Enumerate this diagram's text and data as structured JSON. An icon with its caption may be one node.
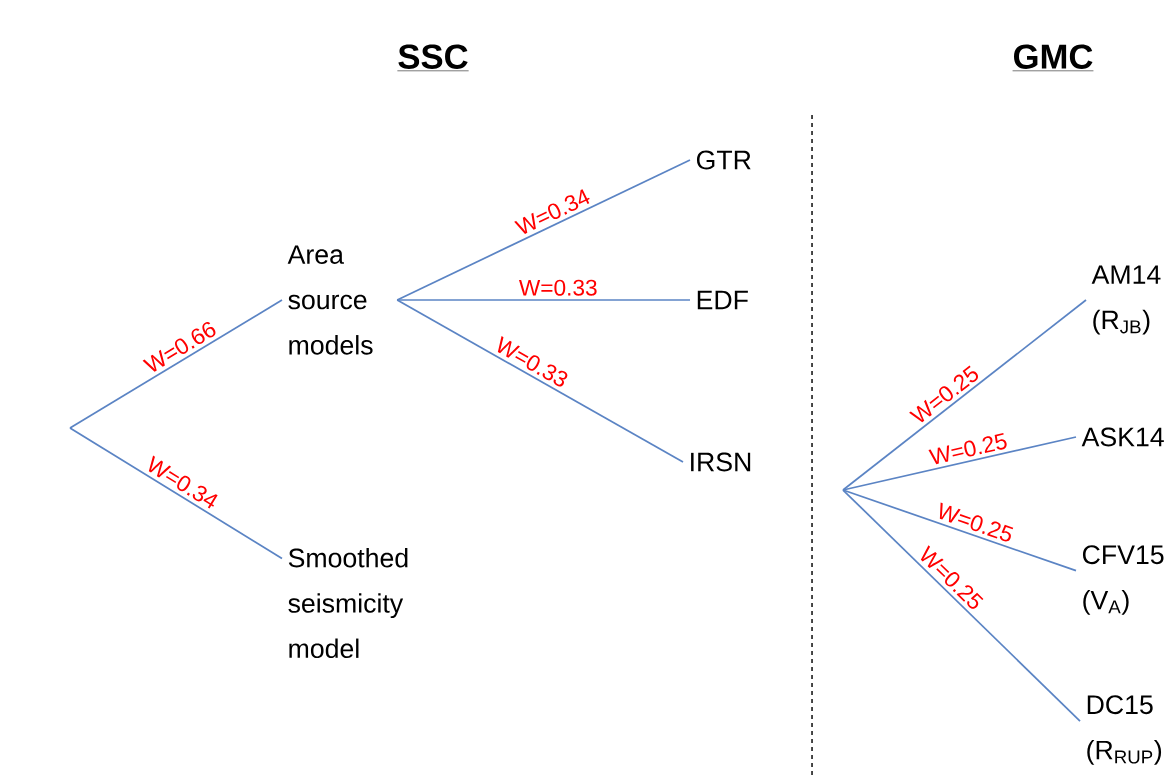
{
  "diagram": {
    "nodes": [
      {
        "text": [
          "Area source models"
        ]
      },
      {
        "text": [
          "Smoothed seismicity model"
        ]
      },
      {
        "text": [
          "GTR"
        ]
      },
      {
        "text": [
          "EDF"
        ]
      },
      {
        "text": [
          "IRSN"
        ]
      },
      {
        "text": [
          "AM14 (R$_{JB}$)"
        ]
      },
      {
        "text": [
          "ASK14"
        ]
      },
      {
        "text": [
          "CFV15 (V$_{A}$)"
        ]
      },
      {
        "text": [
          "DC15 (R$_{RUP}$)"
        ]
      }
    ],
    "edges": [
      {
        "from": null,
        "to": 0,
        "arrow": "none",
        "label": "W=0.66"
      },
      {
        "from": null,
        "to": 1,
        "arrow": "none",
        "label": "W=0.34"
      },
      {
        "from": 0,
        "to": 2,
        "arrow": "none",
        "label": "W=0.34"
      },
      {
        "from": 0,
        "to": 3,
        "arrow": "none",
        "label": "W=0.33"
      },
      {
        "from": 0,
        "to": 4,
        "arrow": "none",
        "label": "W=0.33"
      },
      {
        "from": null,
        "to": 5,
        "arrow": "none",
        "label": "W=0.25"
      },
      {
        "from": null,
        "to": 6,
        "arrow": "none",
        "label": "W=0.25"
      },
      {
        "from": null,
        "to": 7,
        "arrow": "none",
        "label": "W=0.25"
      },
      {
        "from": null,
        "to": 8,
        "arrow": "none",
        "label": "W=0.25"
      }
    ],
    "labels": [
      "SSC",
      "GMC"
    ]
  }
}
